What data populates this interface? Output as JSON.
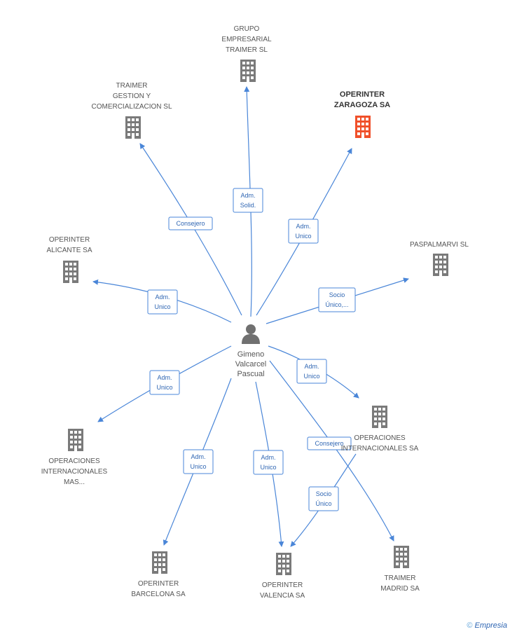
{
  "center": {
    "name_lines": [
      "Gimeno",
      "Valcarcel",
      "Pascual"
    ],
    "icon": "person-icon"
  },
  "nodes": [
    {
      "id": "grupo-empresarial-trairmer",
      "lines": [
        "GRUPO",
        "EMPRESARIAL",
        "TRAIMER SL"
      ],
      "highlight": false
    },
    {
      "id": "trairmer-gestion",
      "lines": [
        "TRAIMER",
        "GESTION Y",
        "COMERCIALIZACION SL"
      ],
      "highlight": false
    },
    {
      "id": "operinter-zaragoza",
      "lines": [
        "OPERINTER",
        "ZARAGOZA SA"
      ],
      "highlight": true
    },
    {
      "id": "operinter-alicante",
      "lines": [
        "OPERINTER",
        "ALICANTE SA"
      ],
      "highlight": false
    },
    {
      "id": "paspalmarvi",
      "lines": [
        "PASPALMARVI SL"
      ],
      "highlight": false
    },
    {
      "id": "operaciones-internacionales-mas",
      "lines": [
        "OPERACIONES",
        "INTERNACIONALES",
        "MAS..."
      ],
      "highlight": false
    },
    {
      "id": "operaciones-internacionales-sa",
      "lines": [
        "OPERACIONES",
        "INTERNACIONALES SA"
      ],
      "highlight": false
    },
    {
      "id": "operinter-barcelona",
      "lines": [
        "OPERINTER",
        "BARCELONA SA"
      ],
      "highlight": false
    },
    {
      "id": "operinter-valencia",
      "lines": [
        "OPERINTER",
        "VALENCIA SA"
      ],
      "highlight": false
    },
    {
      "id": "trairmer-madrid",
      "lines": [
        "TRAIMER",
        "MADRID SA"
      ],
      "highlight": false
    }
  ],
  "edges": [
    {
      "lines": [
        "Adm.",
        "Solid."
      ]
    },
    {
      "lines": [
        "Consejero"
      ]
    },
    {
      "lines": [
        "Adm.",
        "Unico"
      ]
    },
    {
      "lines": [
        "Adm.",
        "Unico"
      ]
    },
    {
      "lines": [
        "Socio",
        "Único,..."
      ]
    },
    {
      "lines": [
        "Adm.",
        "Unico"
      ]
    },
    {
      "lines": [
        "Adm.",
        "Unico"
      ]
    },
    {
      "lines": [
        "Consejero"
      ]
    },
    {
      "lines": [
        "Adm.",
        "Unico"
      ]
    },
    {
      "lines": [
        "Adm.",
        "Unico"
      ]
    },
    {
      "lines": [
        "Socio",
        "Único"
      ]
    }
  ],
  "footer": {
    "copyright_symbol": "©",
    "brand": "Empresia"
  },
  "colors": {
    "edge": "#4a86d8",
    "building": "#7a7a7a",
    "highlight": "#f0502a",
    "person": "#707070"
  }
}
